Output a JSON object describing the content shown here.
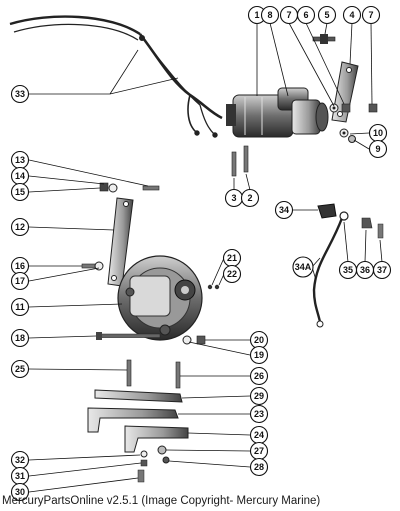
{
  "diagram": {
    "callouts": [
      {
        "id": "c1",
        "label": "1"
      },
      {
        "id": "c8",
        "label": "8"
      },
      {
        "id": "c7a",
        "label": "7"
      },
      {
        "id": "c6",
        "label": "6"
      },
      {
        "id": "c5",
        "label": "5"
      },
      {
        "id": "c4",
        "label": "4"
      },
      {
        "id": "c7b",
        "label": "7"
      },
      {
        "id": "c33",
        "label": "33"
      },
      {
        "id": "c10",
        "label": "10"
      },
      {
        "id": "c9",
        "label": "9"
      },
      {
        "id": "c13",
        "label": "13"
      },
      {
        "id": "c14",
        "label": "14"
      },
      {
        "id": "c15",
        "label": "15"
      },
      {
        "id": "c3",
        "label": "3"
      },
      {
        "id": "c2",
        "label": "2"
      },
      {
        "id": "c34",
        "label": "34"
      },
      {
        "id": "c12",
        "label": "12"
      },
      {
        "id": "c34a",
        "label": "34A"
      },
      {
        "id": "c35",
        "label": "35"
      },
      {
        "id": "c36",
        "label": "36"
      },
      {
        "id": "c37",
        "label": "37"
      },
      {
        "id": "c21",
        "label": "21"
      },
      {
        "id": "c22",
        "label": "22"
      },
      {
        "id": "c16",
        "label": "16"
      },
      {
        "id": "c17",
        "label": "17"
      },
      {
        "id": "c11",
        "label": "11"
      },
      {
        "id": "c18",
        "label": "18"
      },
      {
        "id": "c20",
        "label": "20"
      },
      {
        "id": "c19",
        "label": "19"
      },
      {
        "id": "c25",
        "label": "25"
      },
      {
        "id": "c26",
        "label": "26"
      },
      {
        "id": "c29",
        "label": "29"
      },
      {
        "id": "c23",
        "label": "23"
      },
      {
        "id": "c24",
        "label": "24"
      },
      {
        "id": "c32",
        "label": "32"
      },
      {
        "id": "c27",
        "label": "27"
      },
      {
        "id": "c31",
        "label": "31"
      },
      {
        "id": "c28",
        "label": "28"
      },
      {
        "id": "c30",
        "label": "30"
      }
    ]
  },
  "footer": {
    "text": "MercuryPartsOnline v2.5.1 (Image Copyright- Mercury Marine)"
  },
  "colors": {
    "ink": "#111111",
    "background": "#ffffff"
  }
}
